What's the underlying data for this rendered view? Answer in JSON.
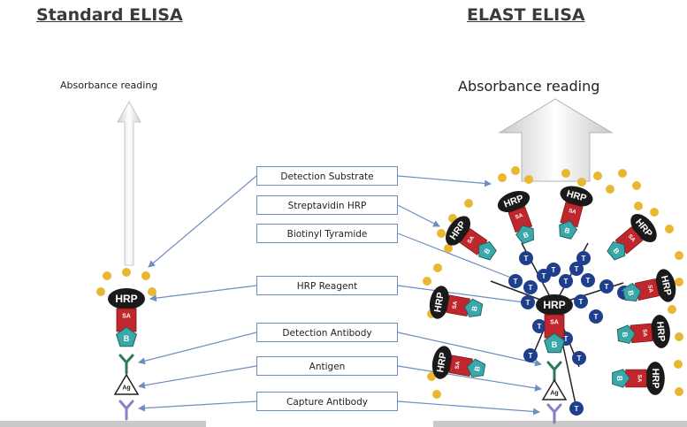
{
  "headings": {
    "standard": "Standard ELISA",
    "elast": "ELAST ELISA"
  },
  "absorbance": {
    "left": "Absorbance reading",
    "right": "Absorbance reading"
  },
  "labels": [
    "Detection Substrate",
    "Streptavidin HRP",
    "Biotinyl Tyramide",
    "HRP Reagent",
    "Detection Antibody",
    "Antigen",
    "Capture Antibody"
  ],
  "glyphs": {
    "hrp": "HRP",
    "sa": "SA",
    "b": "B",
    "t": "T",
    "ag": "Ag"
  },
  "colors": {
    "hrp": "#1a1a1a",
    "sa": "#c0272d",
    "b": "#3aa7a8",
    "t": "#1f3e8c",
    "substrate": "#e8b832",
    "capture": "#8a7fc0",
    "detection": "#2a7a5a",
    "line": "#6d8fbf"
  }
}
